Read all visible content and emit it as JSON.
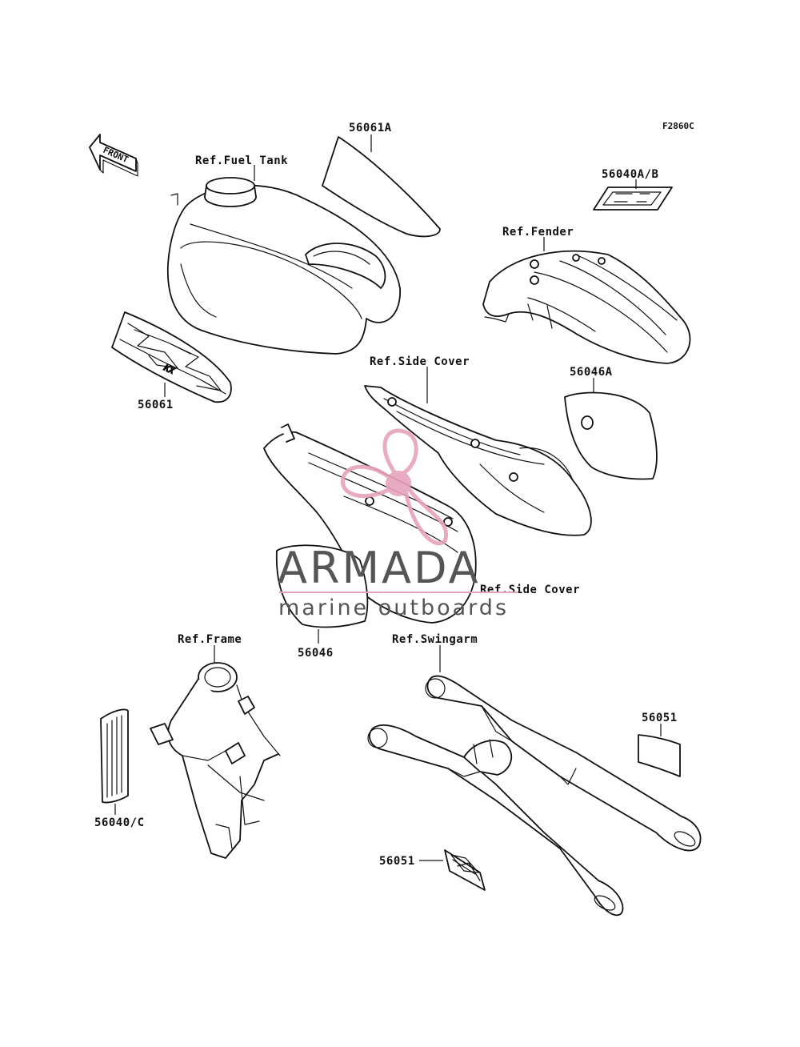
{
  "figure_code": "F2860C",
  "front_arrow_text": "FRONT",
  "labels": {
    "p56061a": "56061A",
    "ref_fuel_tank": "Ref.Fuel Tank",
    "p56040ab": "56040A/B",
    "ref_fender": "Ref.Fender",
    "p56061": "56061",
    "ref_side_cover_top": "Ref.Side Cover",
    "p56046a": "56046A",
    "ref_side_cover_right": "Ref.Side Cover",
    "p56046": "56046",
    "ref_frame": "Ref.Frame",
    "ref_swingarm": "Ref.Swingarm",
    "p56051_top": "56051",
    "p56040c": "56040/C",
    "p56051_bottom": "56051"
  },
  "decal_text": "KX",
  "watermark": {
    "brand": "ARMADA",
    "tagline": "marine outboards",
    "brand_color": "#555555",
    "accent_color": "#e6a2bb"
  }
}
